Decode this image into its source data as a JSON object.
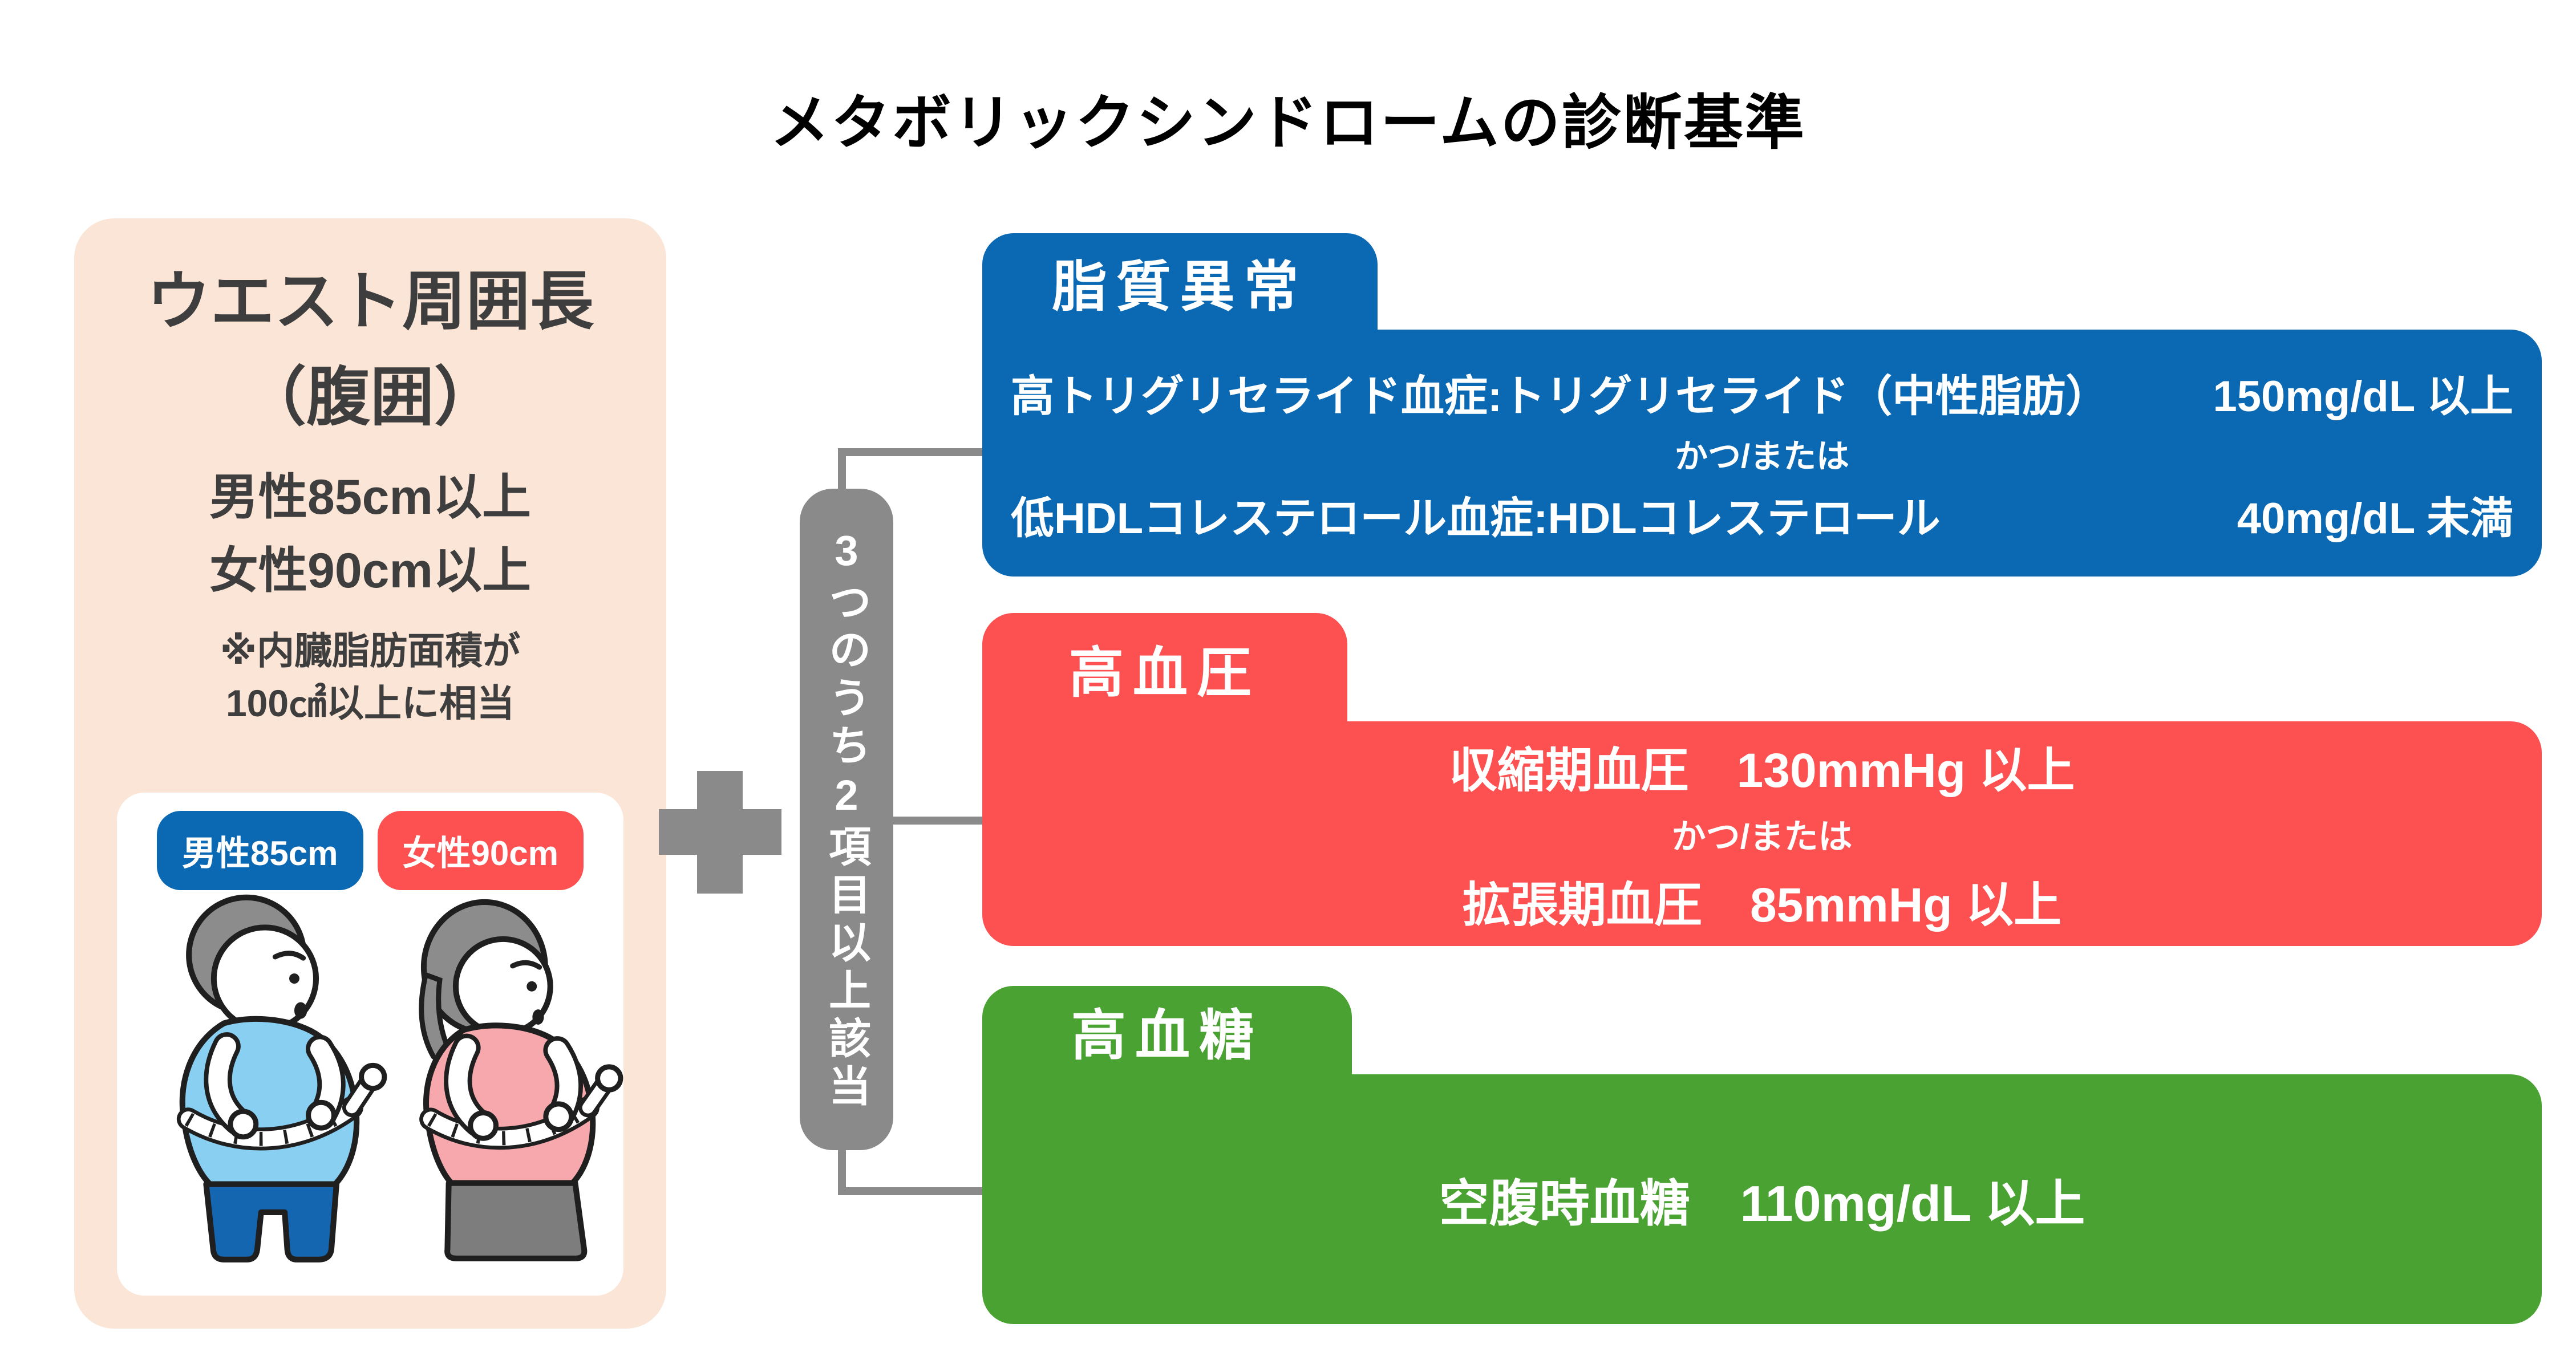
{
  "title": "メタボリックシンドロームの診断基準",
  "colors": {
    "accent_blue": "#0b69b4",
    "accent_red": "#fc5051",
    "accent_green": "#4aa233",
    "connector_gray": "#8a8a8a",
    "panel_peach": "#fbe5d6",
    "panel_text": "#3e3e3e"
  },
  "waist_panel": {
    "heading_line1": "ウエスト周囲長",
    "heading_line2": "（腹囲）",
    "criteria_men": "男性85cm以上",
    "criteria_women": "女性90cm以上",
    "note_line1": "※内臓脂肪面積が",
    "note_line2": "100㎠以上に相当",
    "badges": [
      {
        "label": "男性85cm",
        "color": "#0b69b4"
      },
      {
        "label": "女性90cm",
        "color": "#fc5051"
      }
    ],
    "illustration": "man-and-woman-measuring-waist"
  },
  "plus_icon": "plus",
  "condition_pill": {
    "text": "3つのうち2項目以上該当"
  },
  "criteria_boxes": [
    {
      "id": "lipid",
      "title": "脂質異常",
      "color": "#0b69b4",
      "rows": [
        {
          "left": "高トリグリセライド血症:トリグリセライド（中性脂肪）",
          "right": "150mg/dL 以上"
        },
        {
          "text": "かつ/または"
        },
        {
          "left": "低HDLコレステロール血症:HDLコレステロール",
          "right": "40mg/dL 未満"
        }
      ]
    },
    {
      "id": "blood-pressure",
      "title": "高血圧",
      "color": "#fc5051",
      "rows": [
        {
          "text": "収縮期血圧　130mmHg 以上"
        },
        {
          "text": "かつ/または"
        },
        {
          "text": "拡張期血圧　85mmHg 以上"
        }
      ]
    },
    {
      "id": "blood-sugar",
      "title": "高血糖",
      "color": "#4aa233",
      "rows": [
        {
          "text": "空腹時血糖　110mg/dL 以上"
        }
      ]
    }
  ]
}
